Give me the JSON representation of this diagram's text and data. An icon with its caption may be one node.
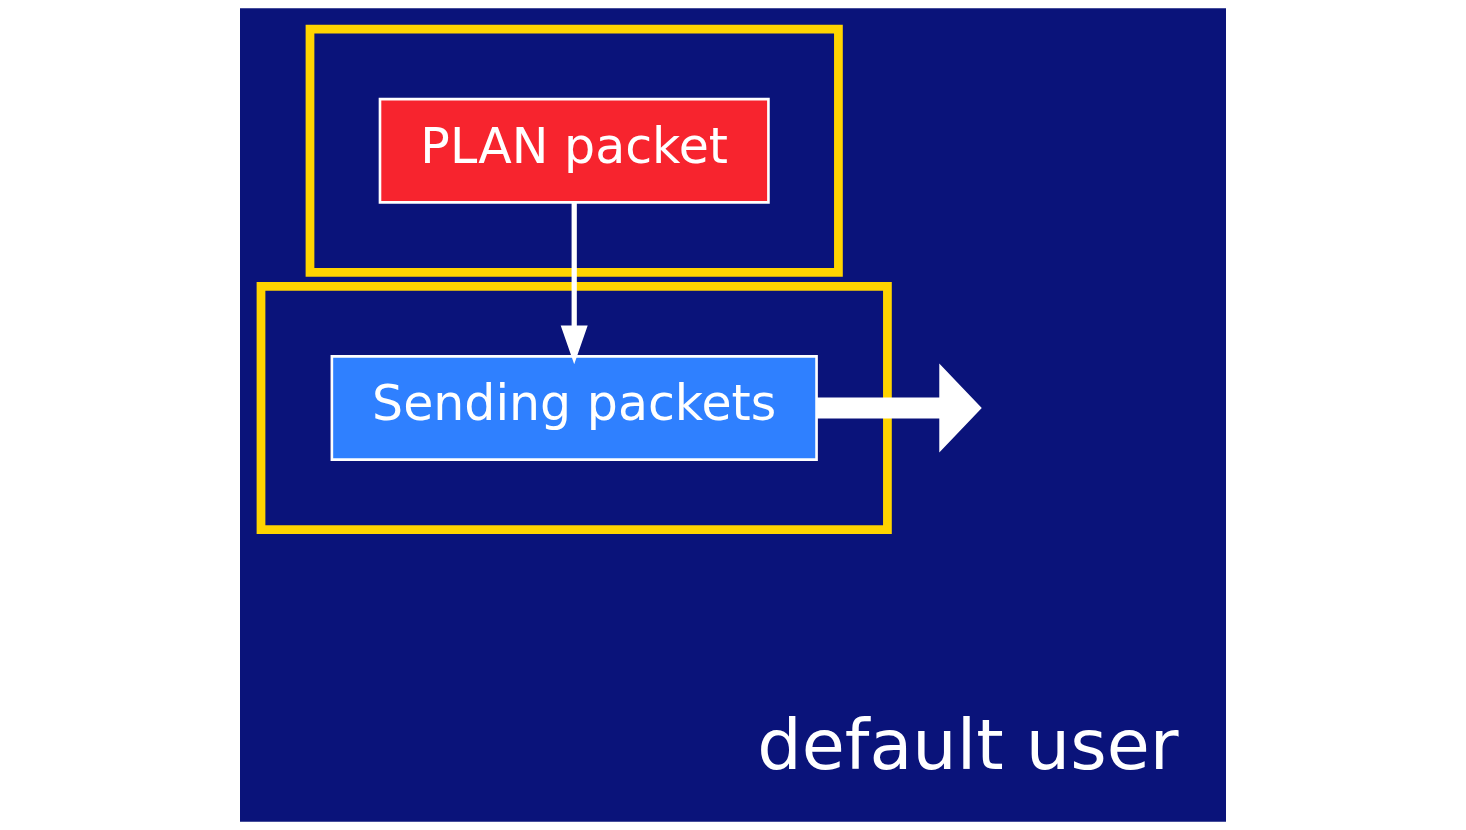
{
  "diagram": {
    "nodes": [
      {
        "text": [],
        "shape": "box"
      },
      {
        "text": [
          "PLAN packet"
        ],
        "in": 0
      },
      {
        "text": [],
        "shape": "box"
      },
      {
        "text": [
          "Sending packets"
        ],
        "in": 2
      }
    ],
    "edges": [
      {
        "from": 1,
        "to": 3,
        "arrow": "to"
      },
      {
        "from": 3,
        "to": null,
        "arrow": "to",
        "style": "thick"
      }
    ],
    "labels": [
      "default user"
    ]
  }
}
